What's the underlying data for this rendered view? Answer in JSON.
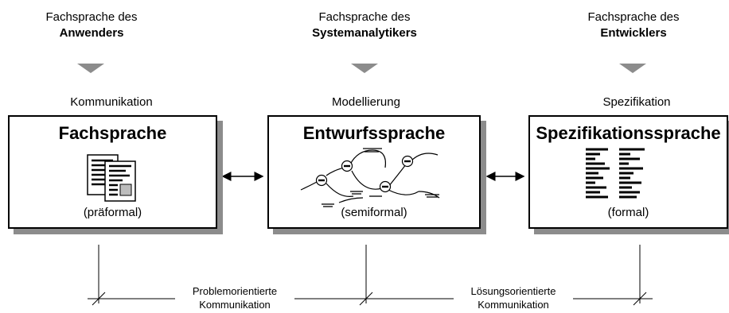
{
  "roles": [
    {
      "prefix": "Fachsprache des",
      "role": "Anwenders",
      "activity": "Kommunikation"
    },
    {
      "prefix": "Fachsprache des",
      "role": "Systemanalytikers",
      "activity": "Modellierung"
    },
    {
      "prefix": "Fachsprache des",
      "role": "Entwicklers",
      "activity": "Spezifikation"
    }
  ],
  "boxes": [
    {
      "title": "Fachsprache",
      "subtitle": "(präformal)",
      "icon": "documents-icon"
    },
    {
      "title": "Entwurfssprache",
      "subtitle": "(semiformal)",
      "icon": "model-graph-icon"
    },
    {
      "title": "Spezifikationssprache",
      "subtitle": "(formal)",
      "icon": "formal-text-icon"
    }
  ],
  "bottom": [
    {
      "line1": "Problemorientierte",
      "line2": "Kommunikation"
    },
    {
      "line1": "Lösungsorientierte",
      "line2": "Kommunikation"
    }
  ]
}
